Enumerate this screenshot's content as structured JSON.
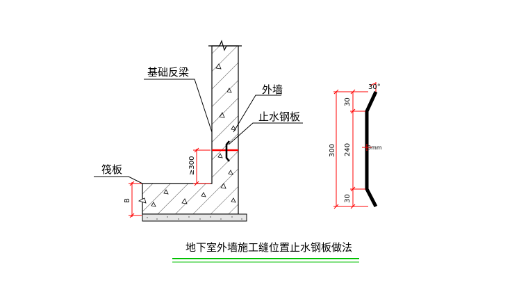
{
  "labels": {
    "foundation_beam": "基础反梁",
    "exterior_wall": "外墙",
    "waterstop_plate": "止水钢板",
    "raft_slab": "筏板",
    "min_height": "≥300",
    "slab_thickness": "B"
  },
  "plate_detail": {
    "total": "300",
    "top_segment": "30",
    "middle_segment": "240",
    "bottom_segment": "30",
    "angle": "30°",
    "thickness": "3mm"
  },
  "title": "地下室外墙施工缝位置止水钢板做法",
  "colors": {
    "line": "#000000",
    "dimension": "#ff0000",
    "title_underline": "#00c000",
    "plate": "#000000"
  }
}
